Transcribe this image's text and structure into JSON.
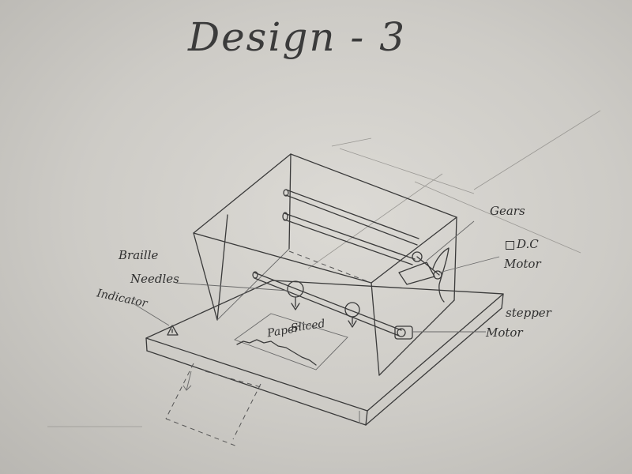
{
  "title": "Design - 3",
  "labels": {
    "gears": "Gears",
    "dc_motor_line1": "D.C",
    "dc_motor_line2": "Motor",
    "braille_line1": "Braille",
    "braille_line2": "Needles",
    "indicator": "Indicator",
    "stepper_line1": "stepper",
    "stepper_line2": "Motor",
    "paper_line1": "Sliced",
    "paper_line2": "Paper"
  },
  "colors": {
    "paper": "#d6d4cf",
    "pencil": "#3a3a3a"
  }
}
